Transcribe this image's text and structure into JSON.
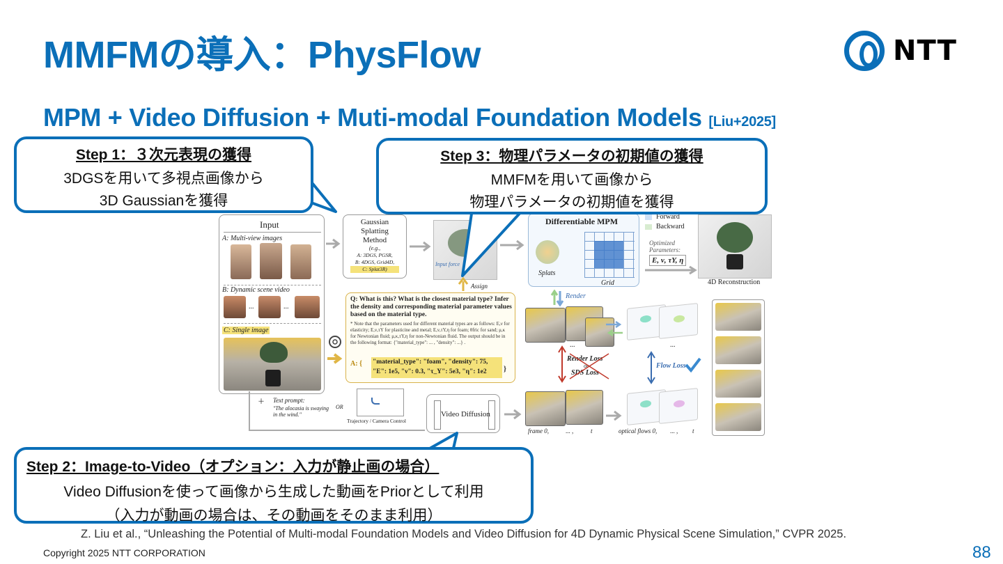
{
  "slide": {
    "title": "MMFMの導入：PhysFlow",
    "subtitle": "MPM + Video Diffusion + Muti-modal Foundation Models",
    "subtitle_ref": "[Liu+2025]",
    "logo_text": "NTT",
    "page_number": "88",
    "copyright": "Copyright 2025 NTT CORPORATION",
    "citation": "Z. Liu et al., “Unleashing the Potential of Multi-modal Foundation Models and Video Diffusion for 4D Dynamic Physical Scene Simulation,” CVPR 2025."
  },
  "callouts": {
    "step1": {
      "head": "Step 1：３次元表現の獲得",
      "lines": [
        "3DGSを用いて多視点画像から",
        "3D Gaussianを獲得"
      ]
    },
    "step3": {
      "head": "Step 3：物理パラメータの初期値の獲得",
      "lines": [
        "MMFMを用いて画像から",
        "物理パラメータの初期値を獲得"
      ]
    },
    "step2": {
      "head": "Step 2：Image-to-Video（オプション：入力が静止画の場合）",
      "lines": [
        "Video Diffusionを使って画像から生成した動画をPriorとして利用",
        "（入力が動画の場合は、その動画をそのまま利用）"
      ]
    }
  },
  "figure": {
    "input_title": "Input",
    "multi_view": "A: Multi-view images",
    "dynamic_video": "B: Dynamic scene video",
    "single_image": "C: Single image",
    "gs_title": [
      "Gaussian",
      "Splatting",
      "Method"
    ],
    "gs_eg": "(e.g.,",
    "gs_a": "A: 3DGS, PGSR,",
    "gs_b": "B: 4DGS, Grid4D,",
    "gs_c": "C: Splat3R)",
    "input_force": "Input force",
    "assign": "Assign",
    "mpm_title": "Differentiable MPM",
    "splats": "Splats",
    "grid": "Grid",
    "forward": "Forward",
    "backward": "Backward",
    "optimized": "Optimized Parameters:",
    "params": "E, ν, τY, η",
    "reconstruction": "4D Reconstruction",
    "render": "Render",
    "render_loss": "Render Loss",
    "or_small": "or",
    "sds_loss": "SDS Loss",
    "flow_loss": "Flow Loss",
    "question_bold": "Q: What is this? What is the closest material type? Infer the density and corresponding material parameter values based on the material type.",
    "note": "* Note that the parameters used for different material types are as follows: E,ν for elasticity; E,ν,τY for plasticine and metal; E,ν,τY,η for foam; θfric for sand; μ,κ for Newtonian fluid; μ,κ,τY,η for non-Newtonian fluid. The output should be in the following format: {\"material_type\": ... , \"density\": ...} .",
    "answer_label": "A: {",
    "answer_line1": "\"material_type\": \"foam\", \"density\": 75,",
    "answer_line2": "\"E\": 1e5, \"ν\": 0.3, \"τ_Y\": 5e3, \"η\": 1e2",
    "answer_close": "}",
    "text_prompt": "Text prompt:",
    "prompt_text": "\"The alocasia is swaying in the wind.\"",
    "or": "OR",
    "trajectory": "Trajectory / Camera Control",
    "video_diffusion": "Video Diffusion",
    "frame_label": "frame 0,",
    "dots": "... ,",
    "t": "t",
    "flow_label": "optical flows 0,",
    "ellipsis": "..."
  },
  "colors": {
    "brand_blue": "#0b6fb8",
    "callout_border": "#0b6fb8",
    "highlight_yellow": "#f5e27a"
  }
}
